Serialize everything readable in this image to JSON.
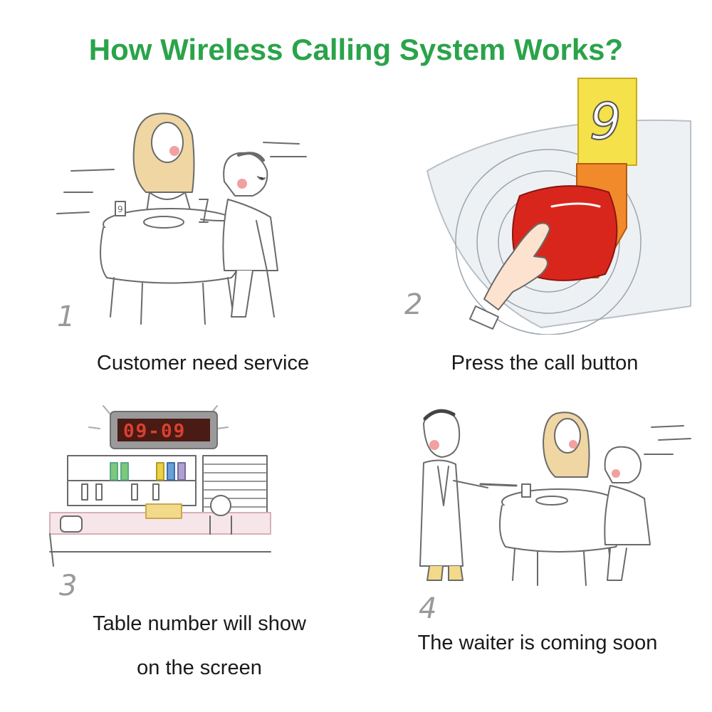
{
  "title": "How Wireless Calling System Works?",
  "colors": {
    "title": "#2aa34a",
    "line": "#6a6a6a",
    "table_number_card": "#f5e14a",
    "call_button_red": "#d9261c",
    "call_button_orange": "#f08a2a",
    "display_frame": "#8f8f8f",
    "display_digits": "#b33a2a",
    "cheek": "#f2a0a0",
    "hair": "#efd6a3"
  },
  "steps": [
    {
      "number": "1",
      "caption": "Customer need service",
      "icon": "diner-couple-icon"
    },
    {
      "number": "2",
      "caption": "Press the call button",
      "icon": "call-button-press-icon"
    },
    {
      "number": "3",
      "caption_line1": "Table number will show",
      "caption_line2": "on the screen",
      "icon": "counter-display-icon"
    },
    {
      "number": "4",
      "caption": "The waiter is coming soon",
      "icon": "waiter-serving-icon"
    }
  ],
  "table_card_number": "9",
  "display_readout": "09-09"
}
